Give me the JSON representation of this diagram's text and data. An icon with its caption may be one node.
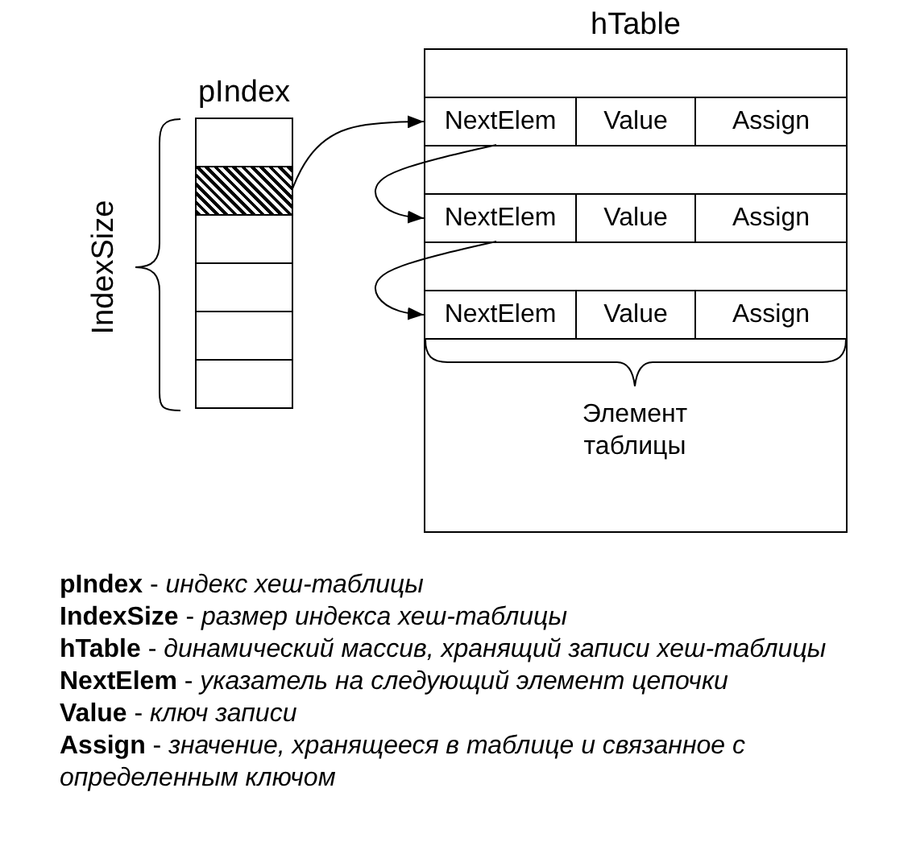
{
  "diagram": {
    "nodes": [
      {
        "text": [
          "pIndex"
        ]
      },
      {
        "text": [],
        "shape": "box",
        "in": 0
      },
      {
        "text": [],
        "shape": "box",
        "in": 0
      },
      {
        "text": [],
        "shape": "box",
        "in": 0
      },
      {
        "text": [],
        "shape": "box",
        "in": 0
      },
      {
        "text": [],
        "shape": "box",
        "in": 0
      },
      {
        "text": [],
        "shape": "box",
        "in": 0
      },
      {
        "text": [
          "hTable"
        ]
      },
      {
        "text": [
          "NextElem"
        ],
        "in": 7
      },
      {
        "text": [
          "Value"
        ],
        "in": 7
      },
      {
        "text": [
          "Assign"
        ],
        "in": 7
      },
      {
        "text": [
          "NextElem"
        ],
        "in": 7
      },
      {
        "text": [
          "Value"
        ],
        "in": 7
      },
      {
        "text": [
          "Assign"
        ],
        "in": 7
      },
      {
        "text": [
          "NextElem"
        ],
        "in": 7
      },
      {
        "text": [
          "Value"
        ],
        "in": 7
      },
      {
        "text": [
          "Assign"
        ],
        "in": 7
      }
    ],
    "edges": [
      {
        "from": 2,
        "to": 8,
        "arrow": "to"
      },
      {
        "from": 8,
        "to": 11,
        "arrow": "to"
      },
      {
        "from": 11,
        "to": 14,
        "arrow": "to"
      }
    ],
    "labels": [
      "IndexSize",
      "Элемент таблицы",
      "**pIndex** - *индекс хеш-таблицы*",
      "**IndexSize** - *размер индекса хеш-таблицы*",
      "**hTable** - *динамический массив, хранящий записи хеш-таблицы*",
      "**NextElem** - *указатель на следующий элемент цепочки*",
      "**Value** - *ключ записи*",
      "**Assign** - *значение, хранящееся в таблице и связанное с определенным ключом*"
    ]
  }
}
